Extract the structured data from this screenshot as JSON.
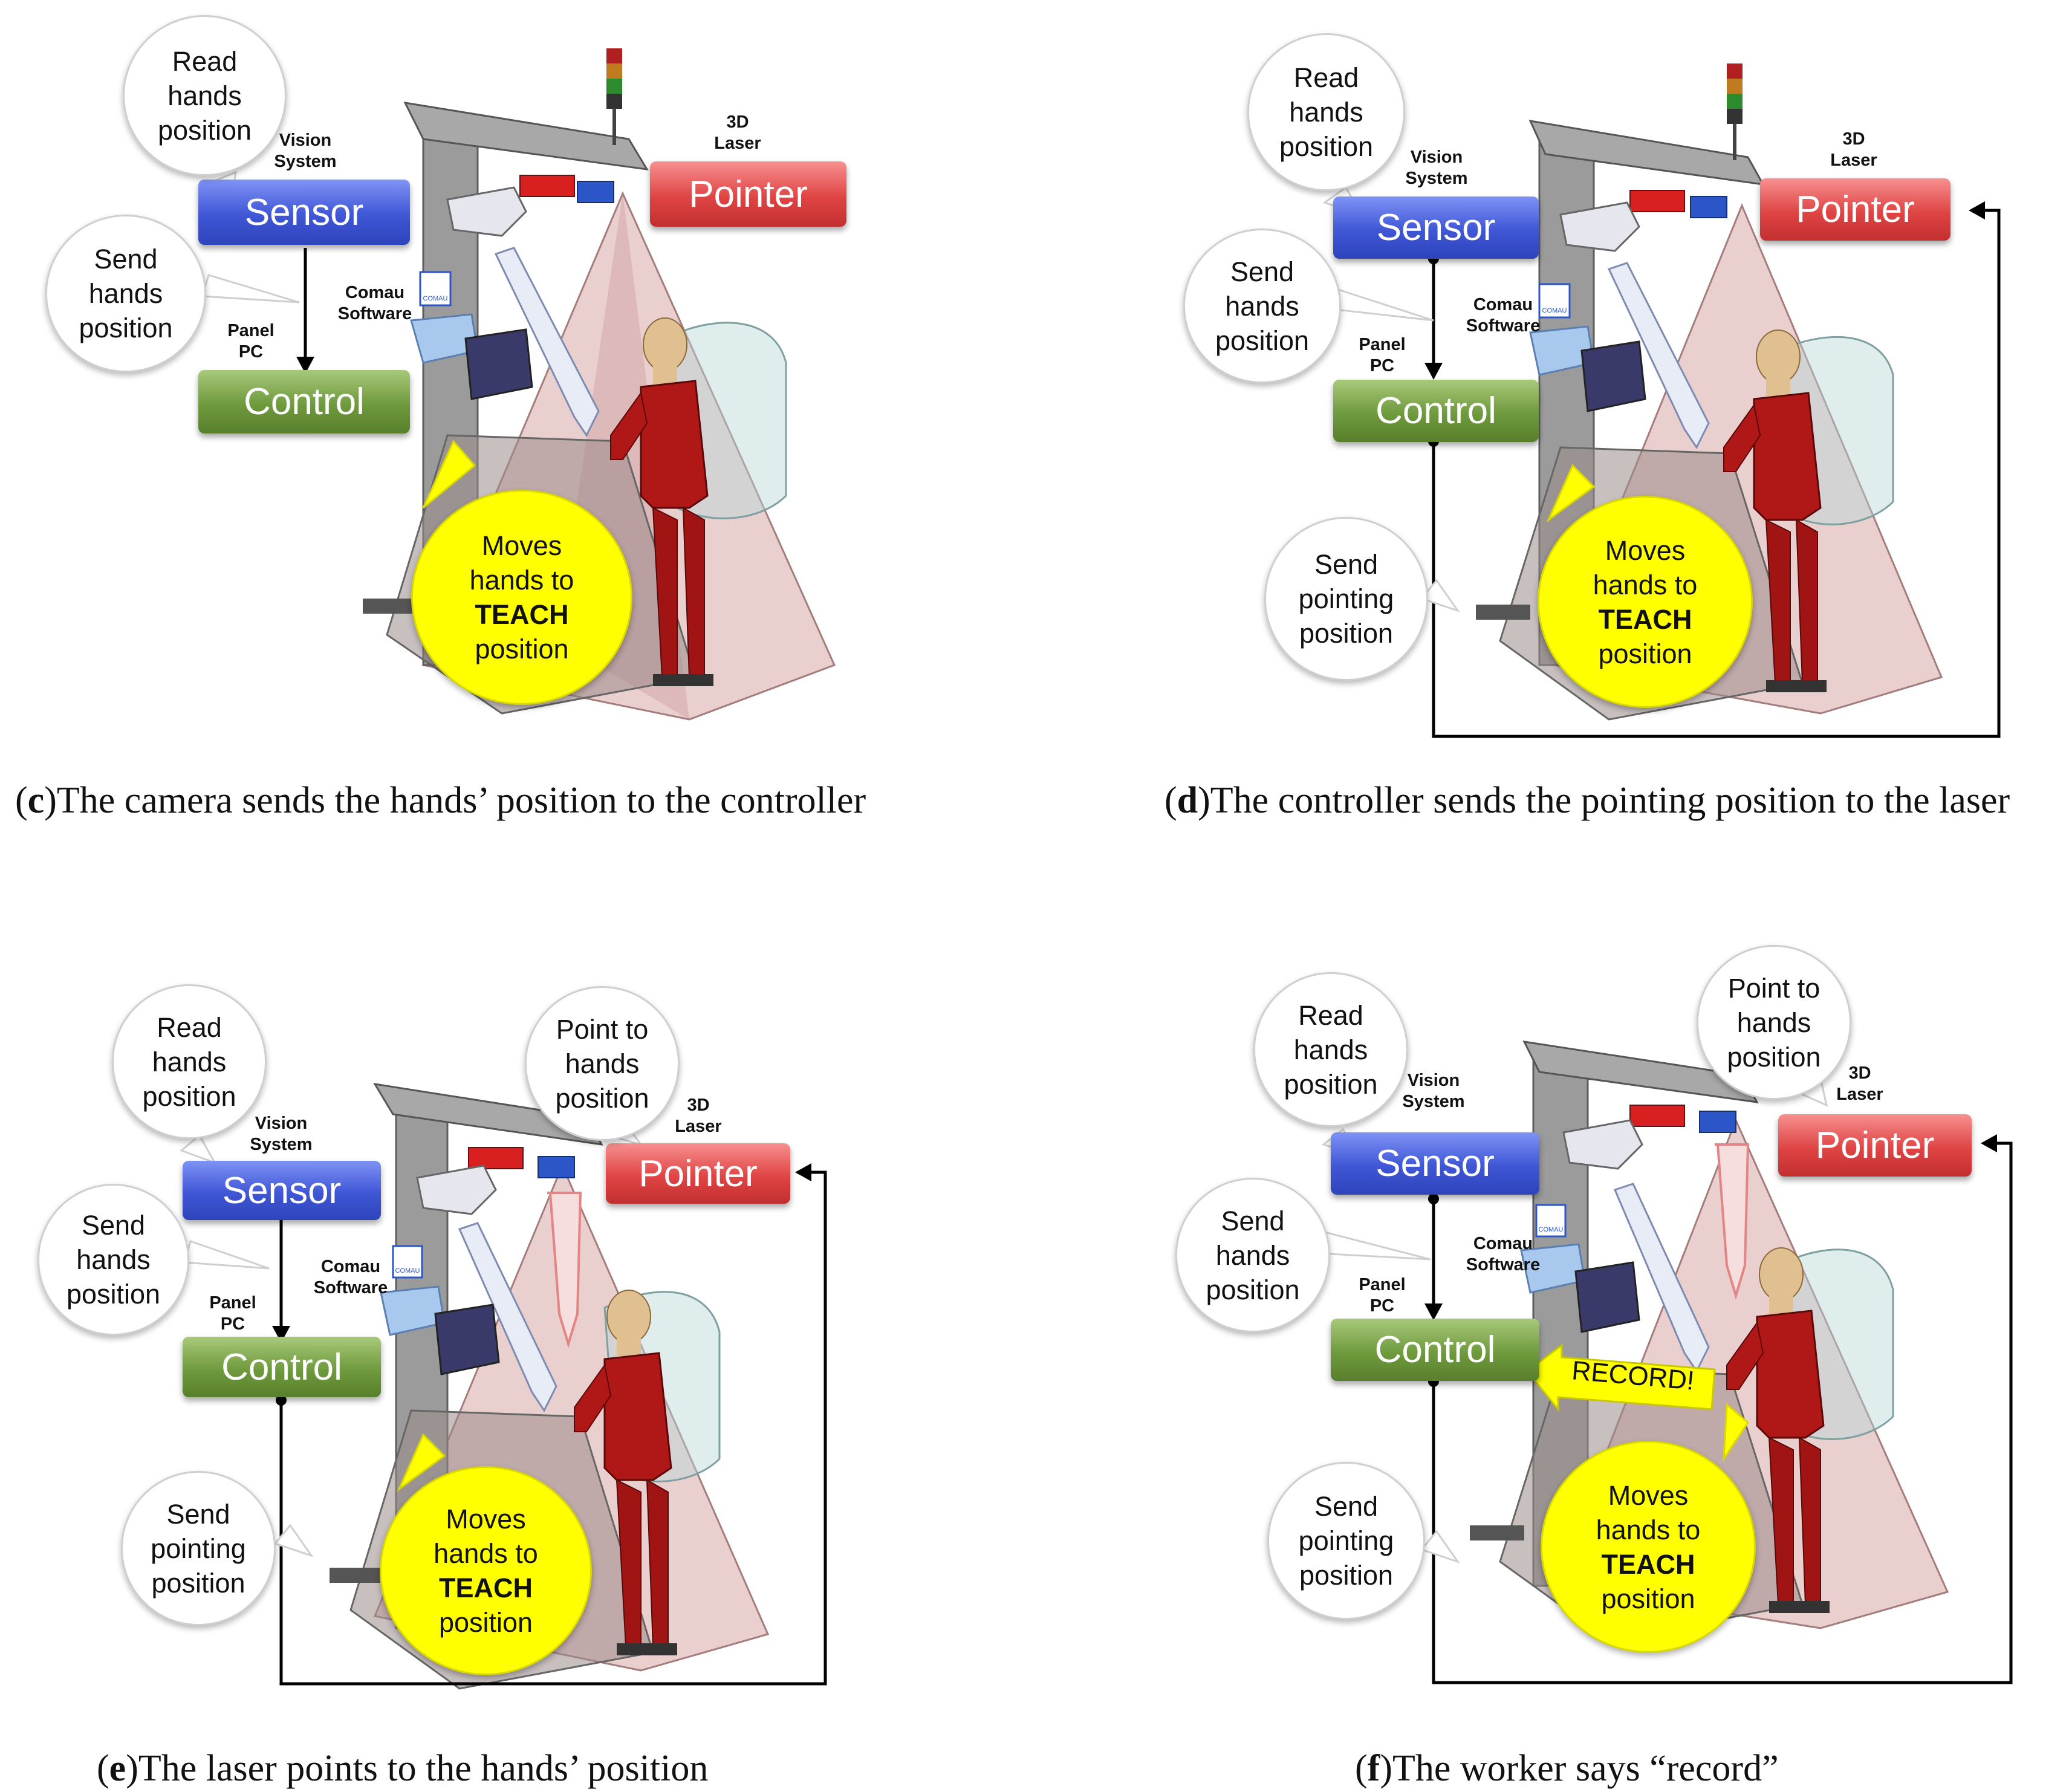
{
  "labels": {
    "vision_system": "Vision\nSystem",
    "laser_3d": "3D\nLaser",
    "comau_software": "Comau\nSoftware",
    "panel_pc": "Panel\nPC",
    "comau_logo_text": "COMAU"
  },
  "boxes": {
    "sensor": "Sensor",
    "control": "Control",
    "pointer": "Pointer"
  },
  "bubbles": {
    "read_hands": "Read\nhands\nposition",
    "send_hands": "Send\nhands\nposition",
    "send_pointing": "Send\npointing\nposition",
    "point_to_hands": "Point to\nhands\nposition"
  },
  "yellow_bubble": {
    "line1": "Moves",
    "line2": "hands to",
    "line3": "TEACH",
    "line4": "position"
  },
  "record_label": "RECORD!",
  "panels": [
    {
      "id": "c",
      "letter": "c",
      "caption": "The camera sends the hands’ position to the controller"
    },
    {
      "id": "d",
      "letter": "d",
      "caption": "The controller sends the pointing position to the laser"
    },
    {
      "id": "e",
      "letter": "e",
      "caption": "The laser points to the hands’ position"
    },
    {
      "id": "f",
      "letter": "f",
      "caption": "The worker says “record”"
    }
  ],
  "colors": {
    "sensor": "#3f56d6",
    "control": "#6f9a3d",
    "pointer": "#e04444",
    "yellow": "#ffff00",
    "figure": "#a01414",
    "beam": "#d8a8a8"
  }
}
